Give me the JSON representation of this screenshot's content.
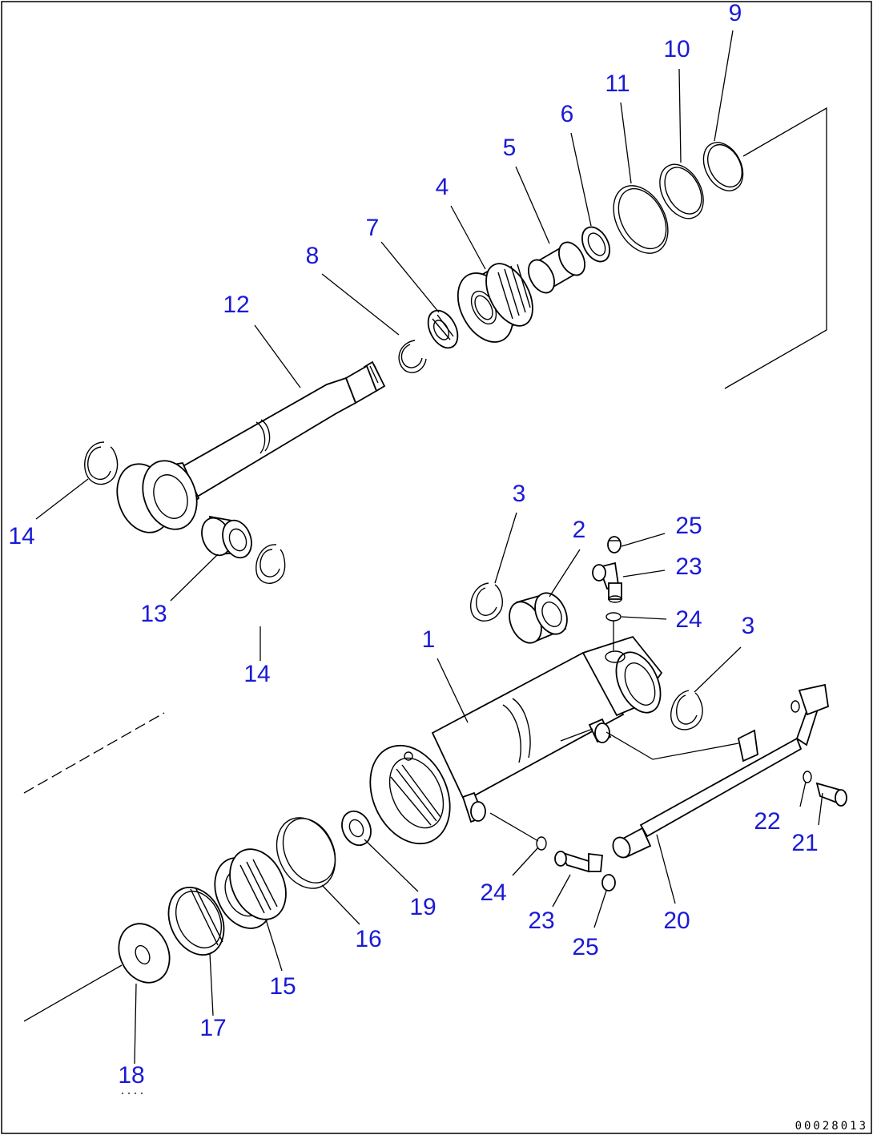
{
  "drawing_code": "00028013",
  "labels": {
    "p1": "1",
    "p2": "2",
    "p3a": "3",
    "p3b": "3",
    "p4": "4",
    "p5": "5",
    "p6": "6",
    "p7": "7",
    "p8": "8",
    "p9": "9",
    "p10": "10",
    "p11": "11",
    "p12": "12",
    "p13": "13",
    "p14a": "14",
    "p14b": "14",
    "p15": "15",
    "p16": "16",
    "p17": "17",
    "p18": "18",
    "p19": "19",
    "p20": "20",
    "p21": "21",
    "p22": "22",
    "p23a": "23",
    "p23b": "23",
    "p24a": "24",
    "p24b": "24",
    "p25a": "25",
    "p25b": "25"
  },
  "colors": {
    "label": "#1a1ad6",
    "line": "#000000",
    "background": "#ffffff"
  }
}
